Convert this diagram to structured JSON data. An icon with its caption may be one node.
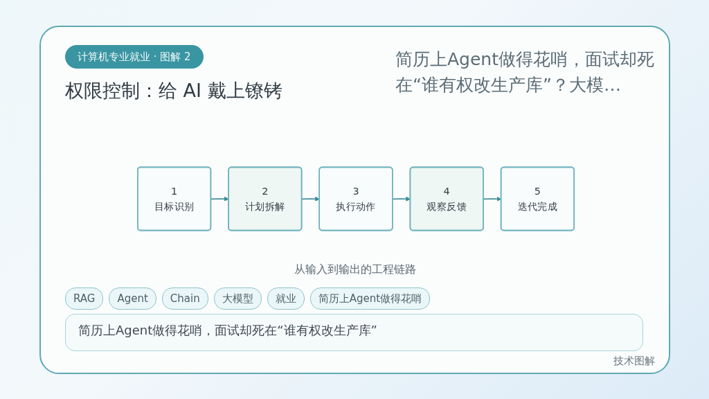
{
  "diagram": {
    "title": "权限控制：给 AI 戴上镣铐",
    "caption": "从输入到输出的工程链路",
    "nodes": [
      {
        "text": [
          "1",
          "目标识别"
        ]
      },
      {
        "text": [
          "2",
          "计划拆解"
        ]
      },
      {
        "text": [
          "3",
          "执行动作"
        ]
      },
      {
        "text": [
          "4",
          "观察反馈"
        ]
      },
      {
        "text": [
          "5",
          "迭代完成"
        ]
      }
    ],
    "edges": [
      {
        "from": 0,
        "to": 1,
        "arrow": "to"
      },
      {
        "from": 1,
        "to": 2,
        "arrow": "to"
      },
      {
        "from": 2,
        "to": 3,
        "arrow": "to"
      },
      {
        "from": 3,
        "to": 4,
        "arrow": "to"
      }
    ],
    "labels": [
      "计算机专业就业 · 图解 2",
      "简历上Agent做得花哨，面试却死在“谁有权改生产库”？大模…",
      "RAG",
      "Agent",
      "Chain",
      "大模型",
      "就业",
      "简历上Agent做得花哨",
      "简历上Agent做得花哨，面试却死在“谁有权改生产库”",
      "技术图解"
    ]
  }
}
